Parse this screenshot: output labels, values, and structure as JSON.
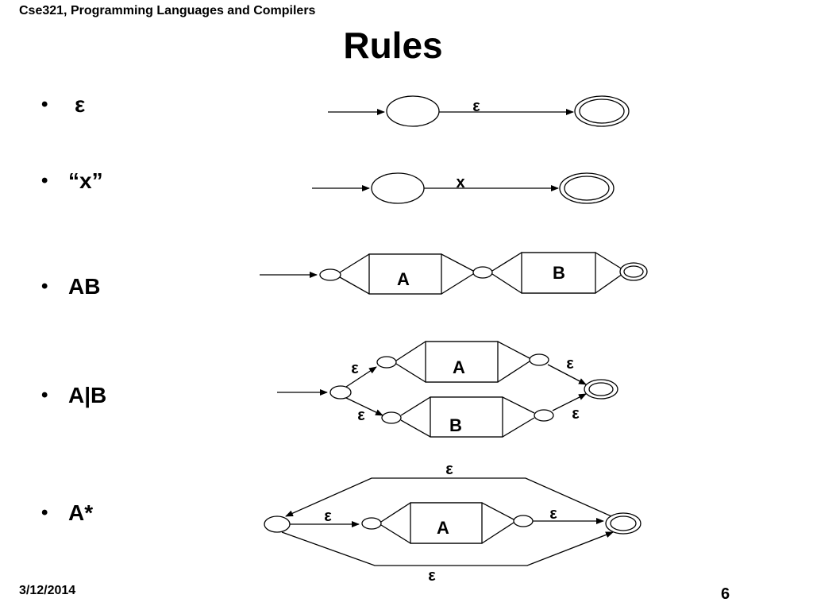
{
  "header": {
    "course": "Cse321, Programming Languages and Compilers"
  },
  "title": "Rules",
  "bullets": [
    {
      "label": "ε"
    },
    {
      "label": "“x”"
    },
    {
      "label": "AB"
    },
    {
      "label": "A|B"
    },
    {
      "label": "A*"
    }
  ],
  "diagrams": {
    "epsilon": {
      "edge": "ε"
    },
    "char": {
      "edge": "x"
    },
    "concat": {
      "box_a": "A",
      "box_b": "B"
    },
    "union": {
      "box_a": "A",
      "box_b": "B",
      "eps_in_top": "ε",
      "eps_in_bottom": "ε",
      "eps_out_top": "ε",
      "eps_out_bottom": "ε"
    },
    "star": {
      "box": "A",
      "eps_in": "ε",
      "eps_out": "ε",
      "eps_loop": "ε",
      "eps_skip": "ε"
    }
  },
  "footer": {
    "date": "3/12/2014",
    "page": "6"
  }
}
